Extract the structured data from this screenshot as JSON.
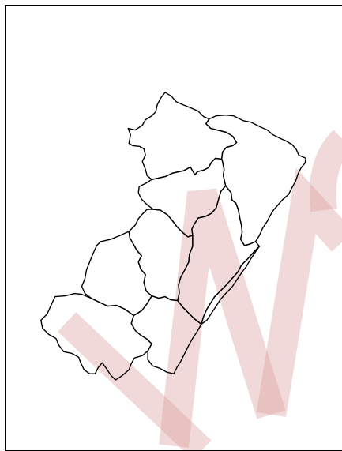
{
  "map": {
    "style": "administrative boundary outline map",
    "background_color": "#ffffff",
    "outline_color": "#000000",
    "region_fill": "#ffffff",
    "region_count": 9
  },
  "watermark": {
    "color": "#d99a9a",
    "kind": "diagonal red letter shapes"
  }
}
